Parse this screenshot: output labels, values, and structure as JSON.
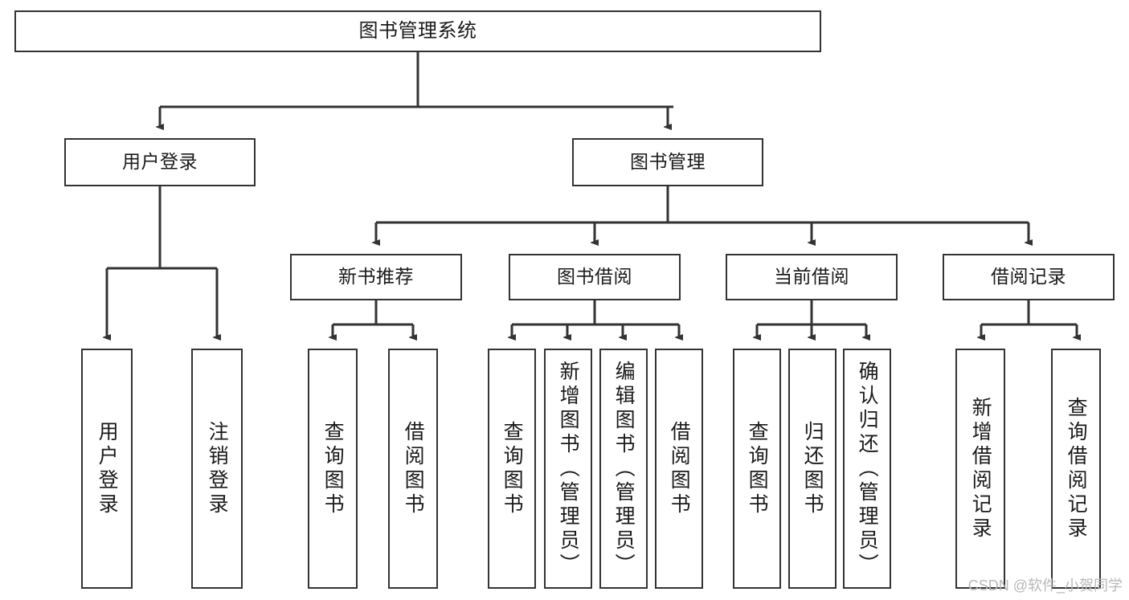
{
  "diagram": {
    "type": "tree",
    "title": "图书管理系统",
    "colors": {
      "border": "#333333",
      "background": "#ffffff",
      "text": "#1a1a1a",
      "edge": "#333333",
      "watermark": "#b8b8b8"
    },
    "nodes": {
      "root": {
        "label": "图书管理系统"
      },
      "level2": [
        {
          "id": "user-login",
          "label": "用户登录"
        },
        {
          "id": "book-manage",
          "label": "图书管理"
        }
      ],
      "level3": [
        {
          "id": "new-book-recommend",
          "label": "新书推荐"
        },
        {
          "id": "book-borrow",
          "label": "图书借阅"
        },
        {
          "id": "current-borrow",
          "label": "当前借阅"
        },
        {
          "id": "borrow-record",
          "label": "借阅记录"
        }
      ],
      "leaves": [
        {
          "id": "leaf-user-login",
          "label": "用户登录",
          "parent": "user-login"
        },
        {
          "id": "leaf-logout-login",
          "label": "注销登录",
          "parent": "user-login"
        },
        {
          "id": "leaf-query-book-1",
          "label": "查询图书",
          "parent": "new-book-recommend"
        },
        {
          "id": "leaf-borrow-book-1",
          "label": "借阅图书",
          "parent": "new-book-recommend"
        },
        {
          "id": "leaf-query-book-2",
          "label": "查询图书",
          "parent": "book-borrow"
        },
        {
          "id": "leaf-add-book",
          "label": "新增图书（管理员）",
          "parent": "book-borrow"
        },
        {
          "id": "leaf-edit-book",
          "label": "编辑图书（管理员）",
          "parent": "book-borrow"
        },
        {
          "id": "leaf-borrow-book-2",
          "label": "借阅图书",
          "parent": "book-borrow"
        },
        {
          "id": "leaf-query-book-3",
          "label": "查询图书",
          "parent": "current-borrow"
        },
        {
          "id": "leaf-return-book",
          "label": "归还图书",
          "parent": "current-borrow"
        },
        {
          "id": "leaf-confirm-return",
          "label": "确认归还（管理员）",
          "parent": "current-borrow"
        },
        {
          "id": "leaf-add-record",
          "label": "新增借阅记录",
          "parent": "borrow-record"
        },
        {
          "id": "leaf-query-record",
          "label": "查询借阅记录",
          "parent": "borrow-record"
        }
      ]
    },
    "watermark": "CSDN @软件_小贺同学"
  }
}
